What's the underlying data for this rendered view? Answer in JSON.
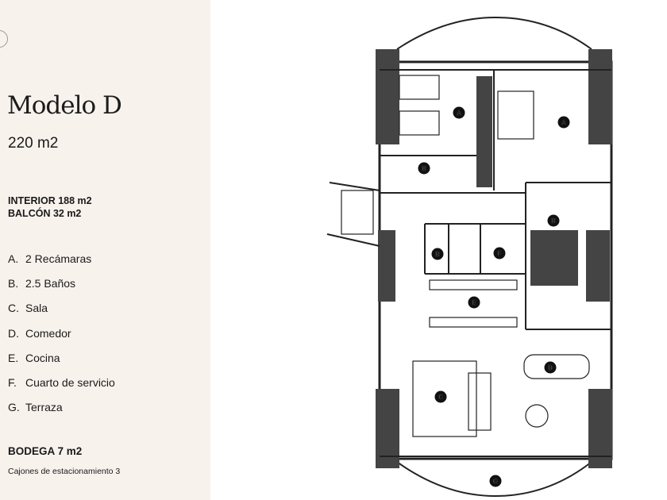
{
  "model": {
    "title": "Modelo D",
    "total_area": "220 m2",
    "interior": "INTERIOR 188 m2",
    "balcony": "BALCÓN 32 m2"
  },
  "rooms": [
    {
      "key": "A.",
      "label": "2 Recámaras"
    },
    {
      "key": "B.",
      "label": "2.5 Baños"
    },
    {
      "key": "C.",
      "label": "Sala"
    },
    {
      "key": "D.",
      "label": "Comedor"
    },
    {
      "key": "E.",
      "label": "Cocina"
    },
    {
      "key": "F.",
      "label": "Cuarto de servicio"
    },
    {
      "key": "G.",
      "label": "Terraza"
    }
  ],
  "bodega": "BODEGA 7 m2",
  "parking": "Cajones de estacionamiento 3",
  "plan_markers": {
    "a1": "A",
    "a2": "A",
    "b1": "B",
    "b2": "B",
    "b3": "B",
    "c": "C",
    "d": "D",
    "e": "E",
    "f": "F",
    "g": "G"
  }
}
